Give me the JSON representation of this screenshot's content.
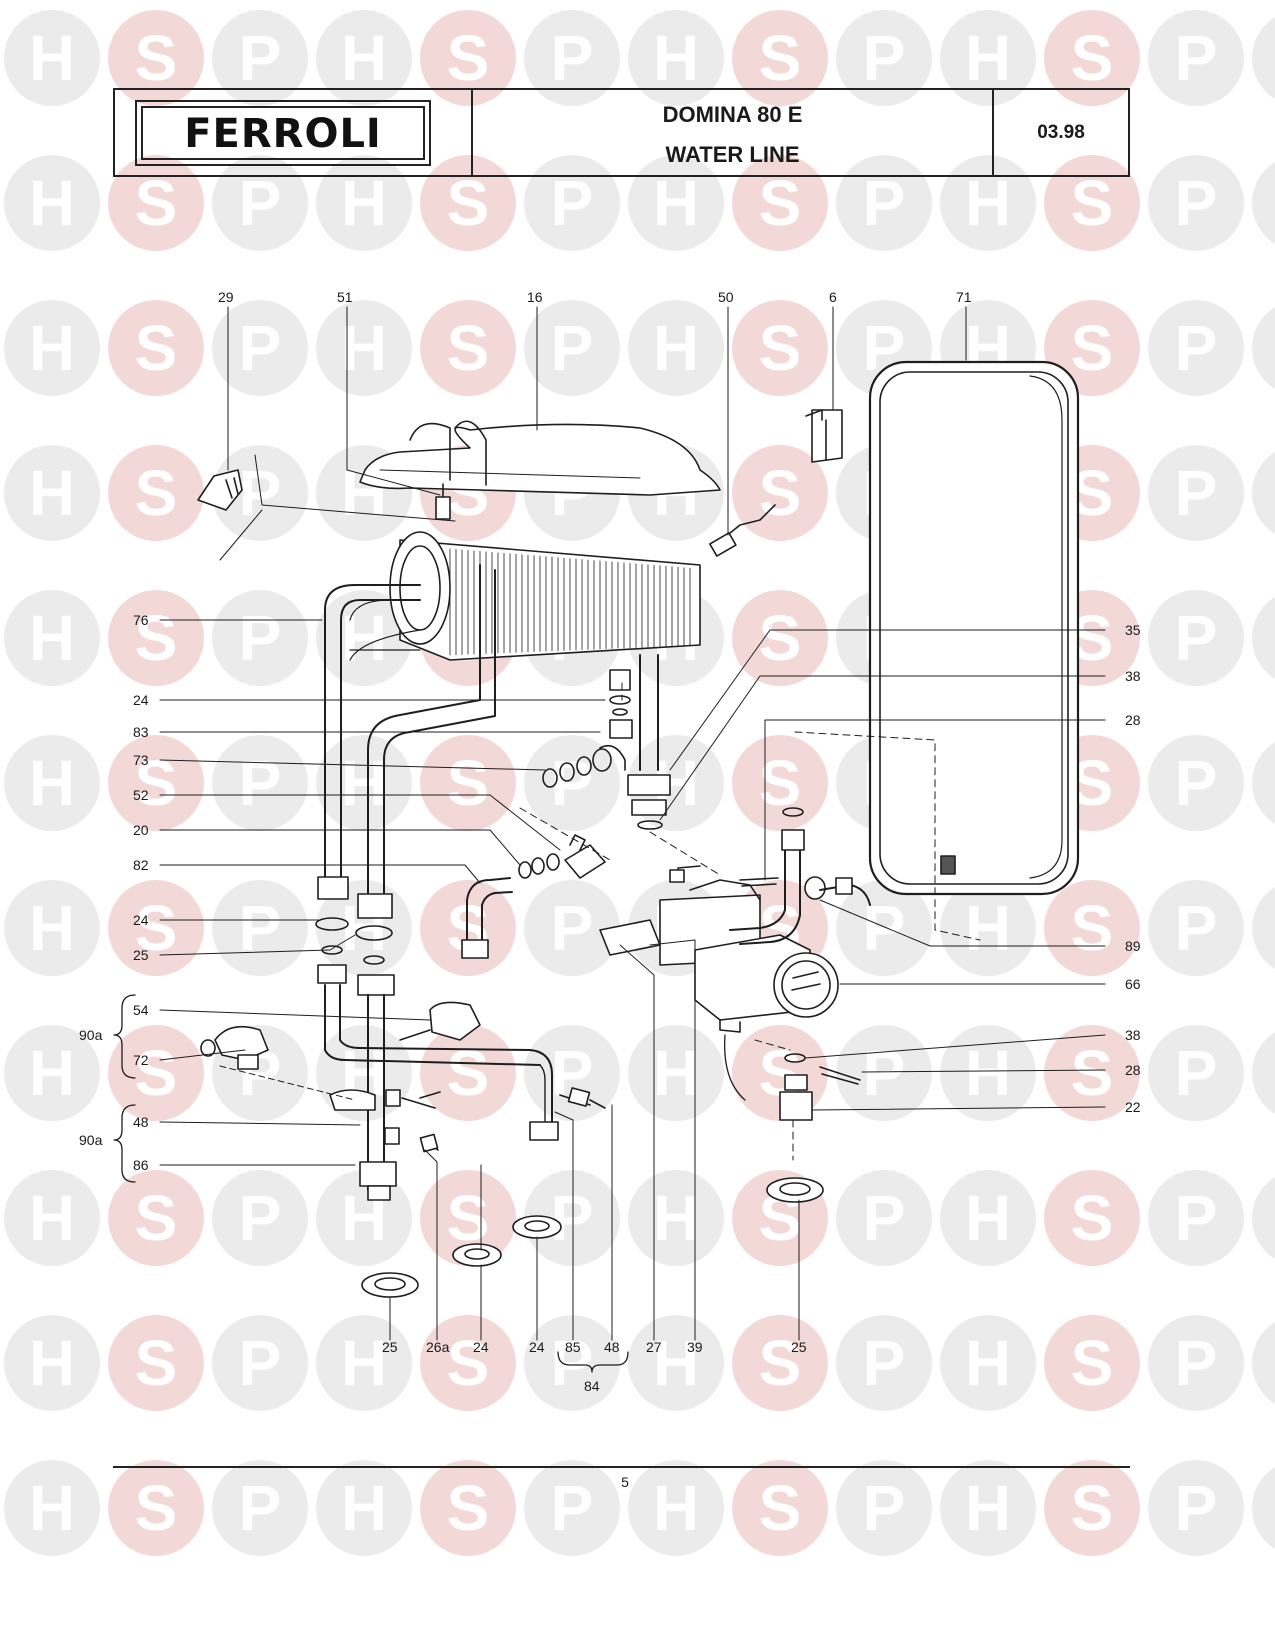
{
  "header": {
    "brand": "FERROLI",
    "title_line1": "DOMINA 80 E",
    "title_line2": "WATER LINE",
    "date": "03.98"
  },
  "watermark": {
    "letters": [
      "H",
      "S",
      "P"
    ],
    "colors": [
      "#ebebeb",
      "#f3d8d8"
    ]
  },
  "callouts": {
    "c29": "29",
    "c51": "51",
    "c16": "16",
    "c50": "50",
    "c6": "6",
    "c71": "71",
    "c76": "76",
    "c24a": "24",
    "c83": "83",
    "c73": "73",
    "c52": "52",
    "c20": "20",
    "c82": "82",
    "c24b": "24",
    "c25a": "25",
    "c54": "54",
    "c90a1": "90a",
    "c72": "72",
    "c48a": "48",
    "c90a2": "90a",
    "c86": "86",
    "c35": "35",
    "c38a": "38",
    "c28a": "28",
    "c89": "89",
    "c66": "66",
    "c38b": "38",
    "c28b": "28",
    "c22": "22",
    "c25b": "25",
    "c26a": "26a",
    "c24c": "24",
    "c24d": "24",
    "c85": "85",
    "c48b": "48",
    "c27": "27",
    "c39": "39",
    "c25c": "25",
    "c84": "84"
  },
  "footer": {
    "page": "5"
  }
}
